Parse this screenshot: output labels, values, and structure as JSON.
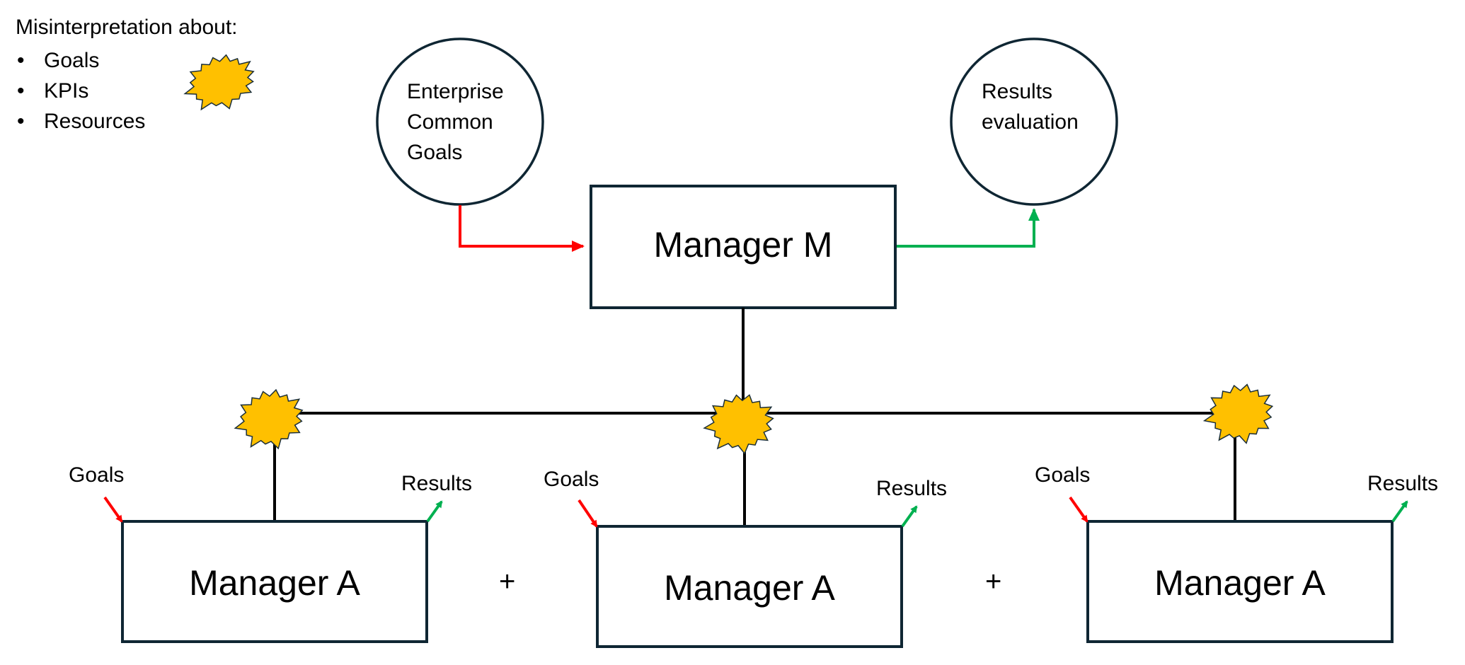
{
  "legend": {
    "title": "Misinterpretation about:",
    "items": [
      "Goals",
      "KPIs",
      "Resources"
    ],
    "icon": "explosion-starburst-icon"
  },
  "circles": {
    "enterprise_goals": [
      "Enterprise",
      "Common",
      "Goals"
    ],
    "results_evaluation": [
      "Results",
      "evaluation"
    ]
  },
  "top_manager": {
    "label": "Manager M"
  },
  "sub_managers": [
    {
      "label": "Manager A",
      "input_label": "Goals",
      "output_label": "Results"
    },
    {
      "label": "Manager A",
      "input_label": "Goals",
      "output_label": "Results"
    },
    {
      "label": "Manager A",
      "input_label": "Goals",
      "output_label": "Results"
    }
  ],
  "operators": [
    "+",
    "+"
  ],
  "colors": {
    "input_arrow": "#ff0000",
    "output_arrow": "#00b050",
    "starburst_fill": "#ffc000",
    "box_stroke": "#0f2633",
    "connector": "#000000"
  }
}
